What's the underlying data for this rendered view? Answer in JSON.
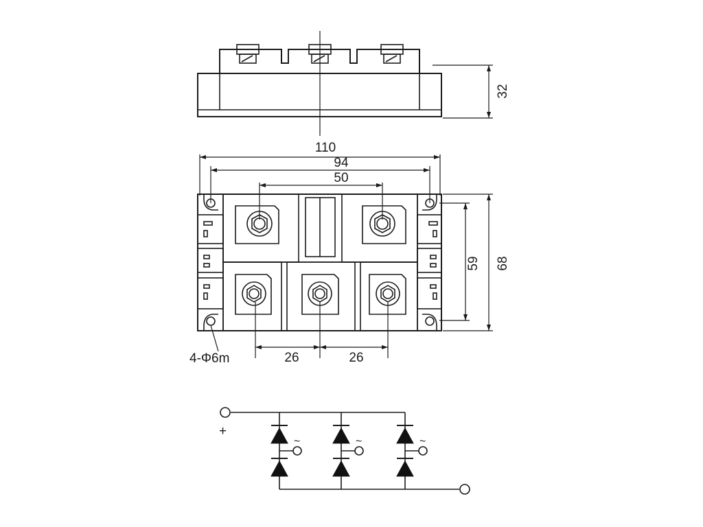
{
  "dimensions": {
    "height_side": "32",
    "overall_width": "110",
    "mount_spacing": "94",
    "top_terminal_spacing": "50",
    "mount_vertical": "59",
    "overall_height": "68",
    "terminal_pitch_left": "26",
    "terminal_pitch_right": "26",
    "mount_hole": "4-Φ6m"
  },
  "schematic": {
    "positive_label": "+",
    "ac_symbol": "~"
  },
  "colors": {
    "line": "#1a1a1a",
    "background": "#ffffff"
  }
}
